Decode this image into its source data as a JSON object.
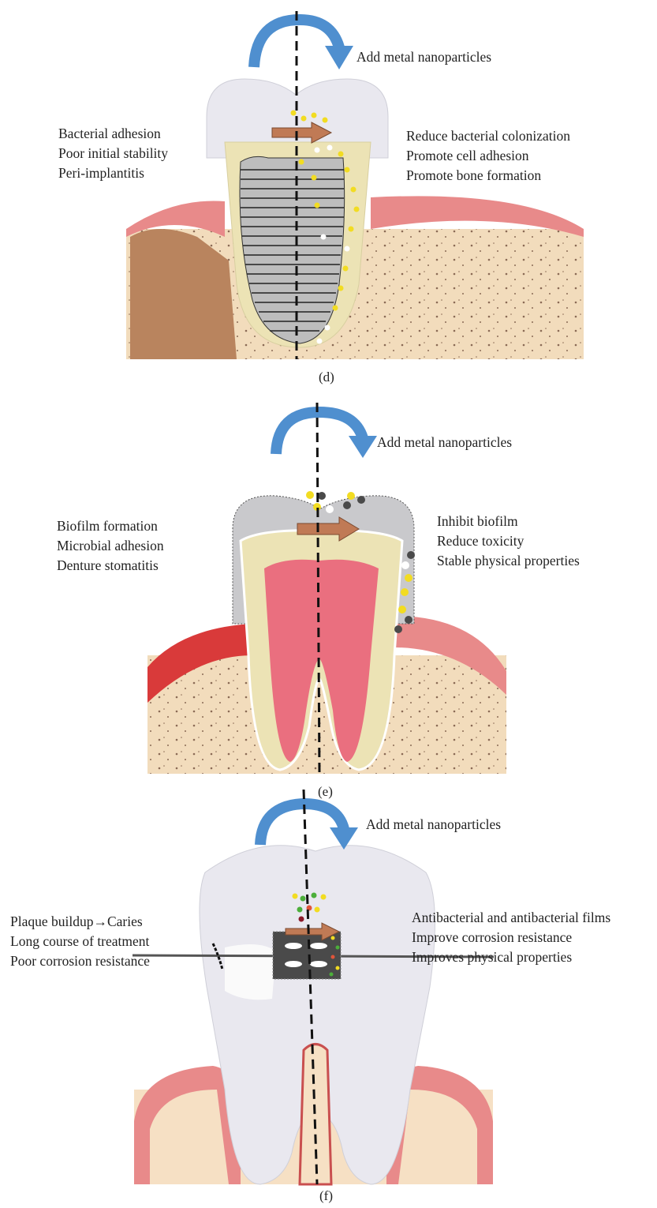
{
  "panels": {
    "d": {
      "caption": "(d)",
      "action_label": "Add metal nanoparticles",
      "problems": [
        "Bacterial adhesion",
        "Poor initial stability",
        "Peri-implantitis"
      ],
      "benefits": [
        "Reduce bacterial colonization",
        "Promote cell adhesion",
        "Promote bone formation"
      ]
    },
    "e": {
      "caption": "(e)",
      "action_label": "Add metal nanoparticles",
      "problems": [
        "Biofilm formation",
        "Microbial adhesion",
        "Denture stomatitis"
      ],
      "benefits": [
        "Inhibit biofilm",
        "Reduce toxicity",
        "Stable physical properties"
      ]
    },
    "f": {
      "caption": "(f)",
      "action_label": "Add metal nanoparticles",
      "problems": [
        "Plaque buildup→Caries",
        "Long course of treatment",
        "Poor corrosion resistance"
      ],
      "benefits": [
        "Antibacterial and antibacterial films",
        "Improve corrosion resistance",
        "Improves physical properties"
      ]
    }
  },
  "colors": {
    "arrow_blue": "#4f8fcf",
    "gum": "#e88a8a",
    "bone": "#f2dcbc",
    "dentin": "#ece3b5",
    "pulp": "#ea6f7f",
    "enamel": "#e9e8ef",
    "denture": "#c9c9cc",
    "brown_arrow": "#c07a55",
    "nano_yellow": "#f2dc22",
    "nano_dark": "#4a4a4a"
  }
}
